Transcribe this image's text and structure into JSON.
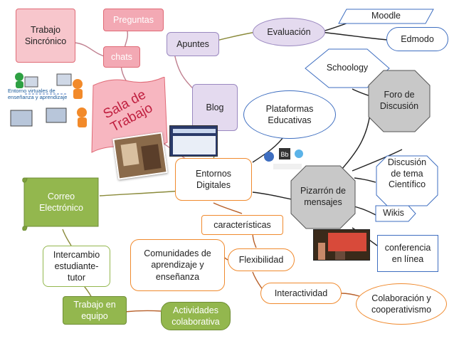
{
  "nodes": {
    "trabajo_sincronico": "Trabajo\nSincrónico",
    "preguntas": "Preguntas",
    "chats": "chats",
    "apuntes": "Apuntes",
    "evaluacion": "Evaluación",
    "moodle": "Moodle",
    "edmodo": "Edmodo",
    "schoology": "Schoology",
    "foro": "Foro de\nDiscusión",
    "sala_trabajo": "Sala de\nTrabajo",
    "blog": "Blog",
    "plataformas": "Plataformas\nEducativas",
    "entornos": "Entornos\nDigitales",
    "pizarron": "Pizarrón de\nmensajes",
    "discusion_tema": "Discusión\nde tema\nCientífico",
    "wikis": "Wikis",
    "correo": "Correo\nElectrónico",
    "caracteristicas": "características",
    "conferencia": "conferencia\nen línea",
    "intercambio": "Intercambio\nestudiante-\ntutor",
    "comunidades": "Comunidades de\naprendizaje y\nenseñanza",
    "flexibilidad": "Flexibilidad",
    "interactividad": "Interactividad",
    "colaboracion": "Colaboración y\ncooperativismo",
    "trabajo_equipo": "Trabajo en\nequipo",
    "actividades": "Actividades\ncolaborativa"
  },
  "image_text": {
    "entornos_virtuales": "Entorno virtuales de\nenseñanza y aprendizaje"
  },
  "colors": {
    "pink_fill": "#f7c6cc",
    "pink_border": "#e06a76",
    "lavender_fill": "#e4daef",
    "lavender_border": "#9a88c0",
    "white_fill": "#ffffff",
    "gray_fill": "#c8c8c8",
    "orange_border": "#f08a2e",
    "green_fill": "#93b74e",
    "blue_border": "#3e6ec0",
    "line_dark": "#222222",
    "line_olive": "#8a8a3a",
    "line_orange": "#b8602a",
    "line_pink": "#c08090"
  }
}
